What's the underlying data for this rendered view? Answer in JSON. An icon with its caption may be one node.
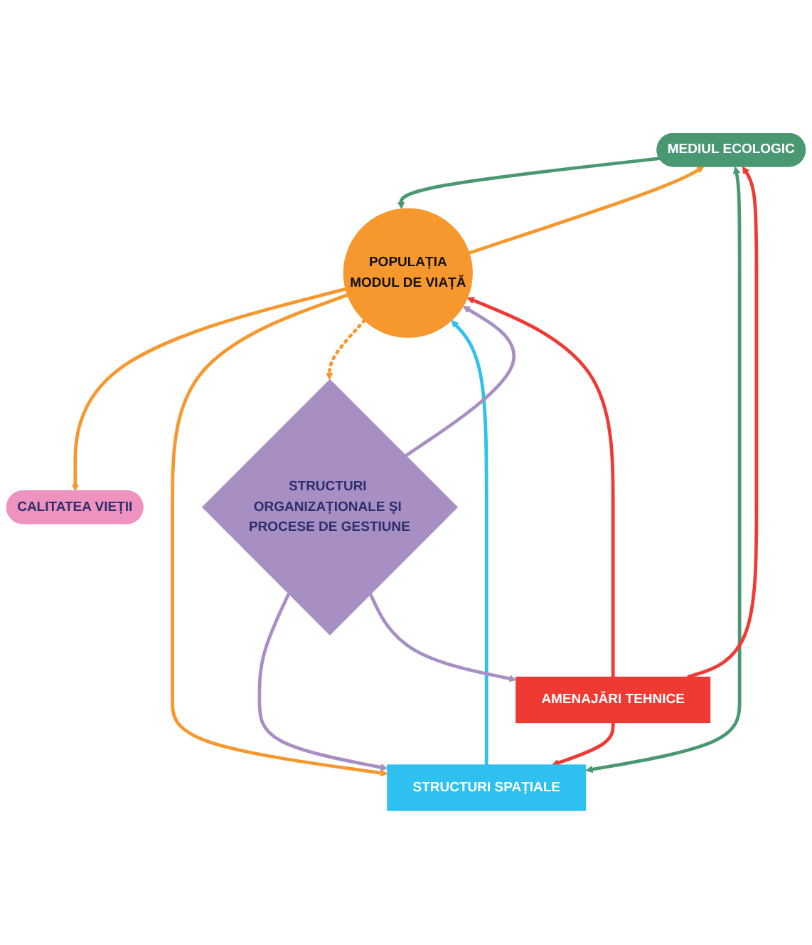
{
  "diagram": {
    "nodes": [
      {
        "text": [
          "CALITATEA VIEȚII"
        ]
      },
      {
        "text": [
          "MEDIUL ECOLOGIC"
        ]
      },
      {
        "text": [
          "STRUCTURI SPAȚIALE"
        ]
      },
      {
        "text": [
          "POPULAȚIA",
          "MODUL DE VIAȚĂ"
        ]
      },
      {
        "text": [
          "AMENAJĂRI TEHNICE"
        ]
      },
      {
        "text": [
          "STRUCTURI ORGANIZAȚIONALE ŞI PROCESE DE GESTIUNE"
        ]
      }
    ],
    "edges": [
      {
        "from": 2,
        "to": 1,
        "arrow": "both",
        "color": "#4a9872"
      },
      {
        "from": 3,
        "to": 0,
        "arrow": "to",
        "color": "#f7982f"
      },
      {
        "from": 3,
        "to": 1,
        "arrow": "to",
        "color": "#f7982f"
      },
      {
        "from": 1,
        "to": 3,
        "arrow": "to",
        "color": "#4a9872"
      },
      {
        "from": 3,
        "to": 2,
        "arrow": "to",
        "color": "#f7982f"
      },
      {
        "from": 2,
        "to": 3,
        "arrow": "to",
        "color": "#2ec0ee"
      },
      {
        "from": 4,
        "to": 3,
        "arrow": "to",
        "color": "#ef3a34"
      },
      {
        "from": 4,
        "to": 1,
        "arrow": "to",
        "color": "#ef3a34"
      },
      {
        "from": 4,
        "to": 2,
        "arrow": "to",
        "color": "#ef3a34"
      },
      {
        "from": 5,
        "to": 2,
        "arrow": "to",
        "color": "#a78fc4"
      },
      {
        "from": 5,
        "to": 3,
        "arrow": "to",
        "color": "#a78fc4"
      },
      {
        "from": 5,
        "to": 4,
        "arrow": "to",
        "color": "#a78fc4"
      },
      {
        "from": 3,
        "to": 5,
        "arrow": "to",
        "style": "dashed",
        "color": "#f7982f"
      }
    ]
  }
}
